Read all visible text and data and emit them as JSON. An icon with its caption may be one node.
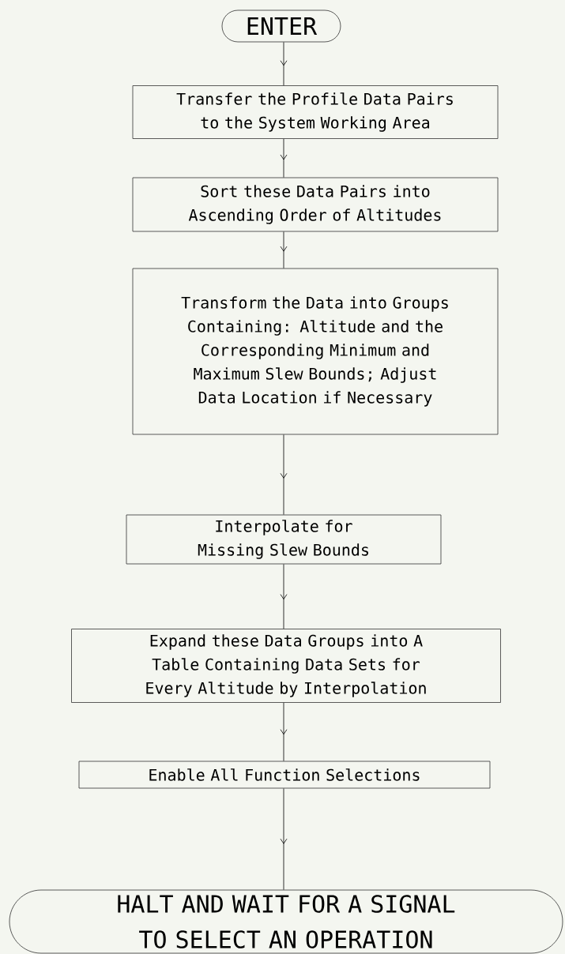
{
  "diagram": {
    "nodes": [
      {
        "text": [
          "ENTER"
        ]
      },
      {
        "text": [
          "Transfer the Profile Data Pairs to the System Working Area"
        ]
      },
      {
        "text": [
          "Sort these Data Pairs into Ascending Order of Altitudes"
        ]
      },
      {
        "text": [
          "Transform the Data into Groups Containing: Altitude and the Corresponding Minimum and Maximum Slew Bounds; Adjust Data Location if Necessary"
        ]
      },
      {
        "text": [
          "Interpolate for Missing Slew Bounds"
        ]
      },
      {
        "text": [
          "Expand these Data Groups into A Table Containing Data Sets for Every Altitude by Interpolation"
        ]
      },
      {
        "text": [
          "Enable All Function Selections"
        ]
      },
      {
        "text": [
          "HALT AND WAIT FOR A SIGNAL TO SELECT AN OPERATION"
        ]
      }
    ],
    "edges": [
      {
        "from": 0,
        "to": 1,
        "arrow": "to"
      },
      {
        "from": 1,
        "to": 2,
        "arrow": "to"
      },
      {
        "from": 2,
        "to": 3,
        "arrow": "to"
      },
      {
        "from": 3,
        "to": 4,
        "arrow": "to"
      },
      {
        "from": 4,
        "to": 5,
        "arrow": "to"
      },
      {
        "from": 5,
        "to": 6,
        "arrow": "to"
      },
      {
        "from": 6,
        "to": 7,
        "arrow": "to"
      }
    ]
  }
}
